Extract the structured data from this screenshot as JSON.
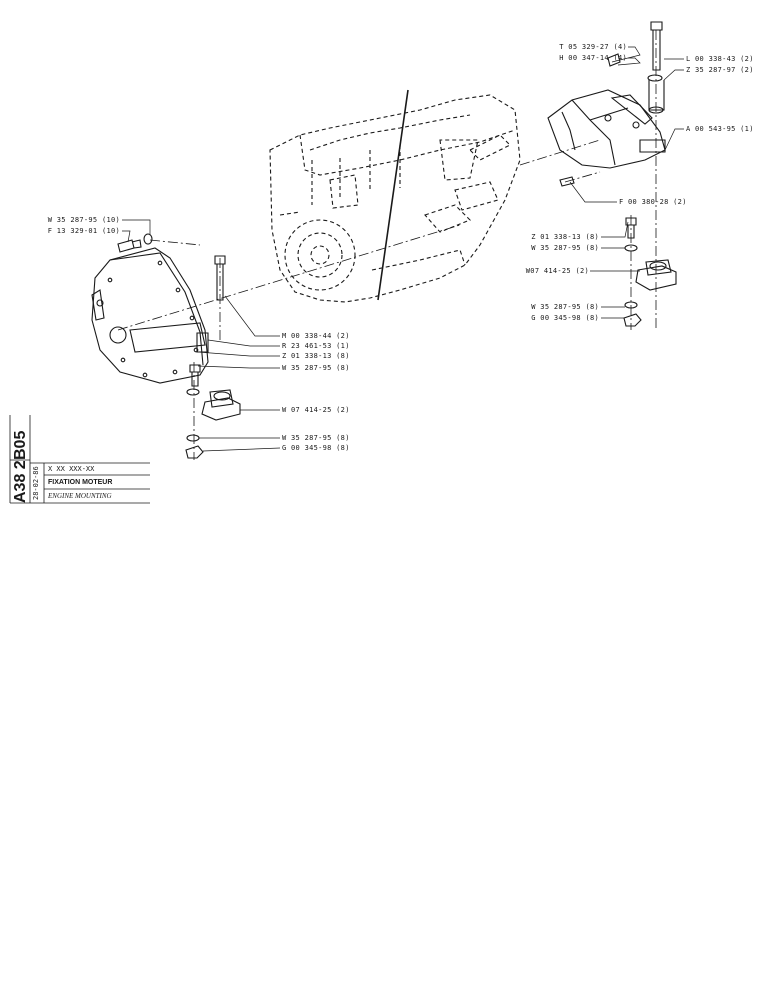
{
  "sheet": {
    "code_1": "B05",
    "code_2": "A38 2",
    "date": "28-02-86",
    "ref": "X XX XXX-XX",
    "title_fr": "FIXATION MOTEUR",
    "title_en": "ENGINE MOUNTING"
  },
  "labels_right_group": [
    "T 05 329-27 (4)",
    "H 00 347-14 (4)",
    "L 00 338-43 (2)",
    "Z 35 287-97 (2)",
    "A 00 543-95 (1)",
    "F 00 380-28 (2)",
    "Z 01 338-13 (8)",
    "W 35 287-95 (8)",
    "W07 414-25 (2)",
    "W 35 287-95 (8)",
    "G 00 345-98 (8)"
  ],
  "labels_left_group": [
    "W 35 287-95 (10)",
    "F 13 329-01 (10)",
    "M 00 338-44 (2)",
    "R 23 461-53 (1)",
    "Z 01 338-13 (8)",
    "W 35 287-95 (8)",
    "W 07 414-25 (2)",
    "W 35 287-95 (8)",
    "G 00 345-98 (8)"
  ]
}
